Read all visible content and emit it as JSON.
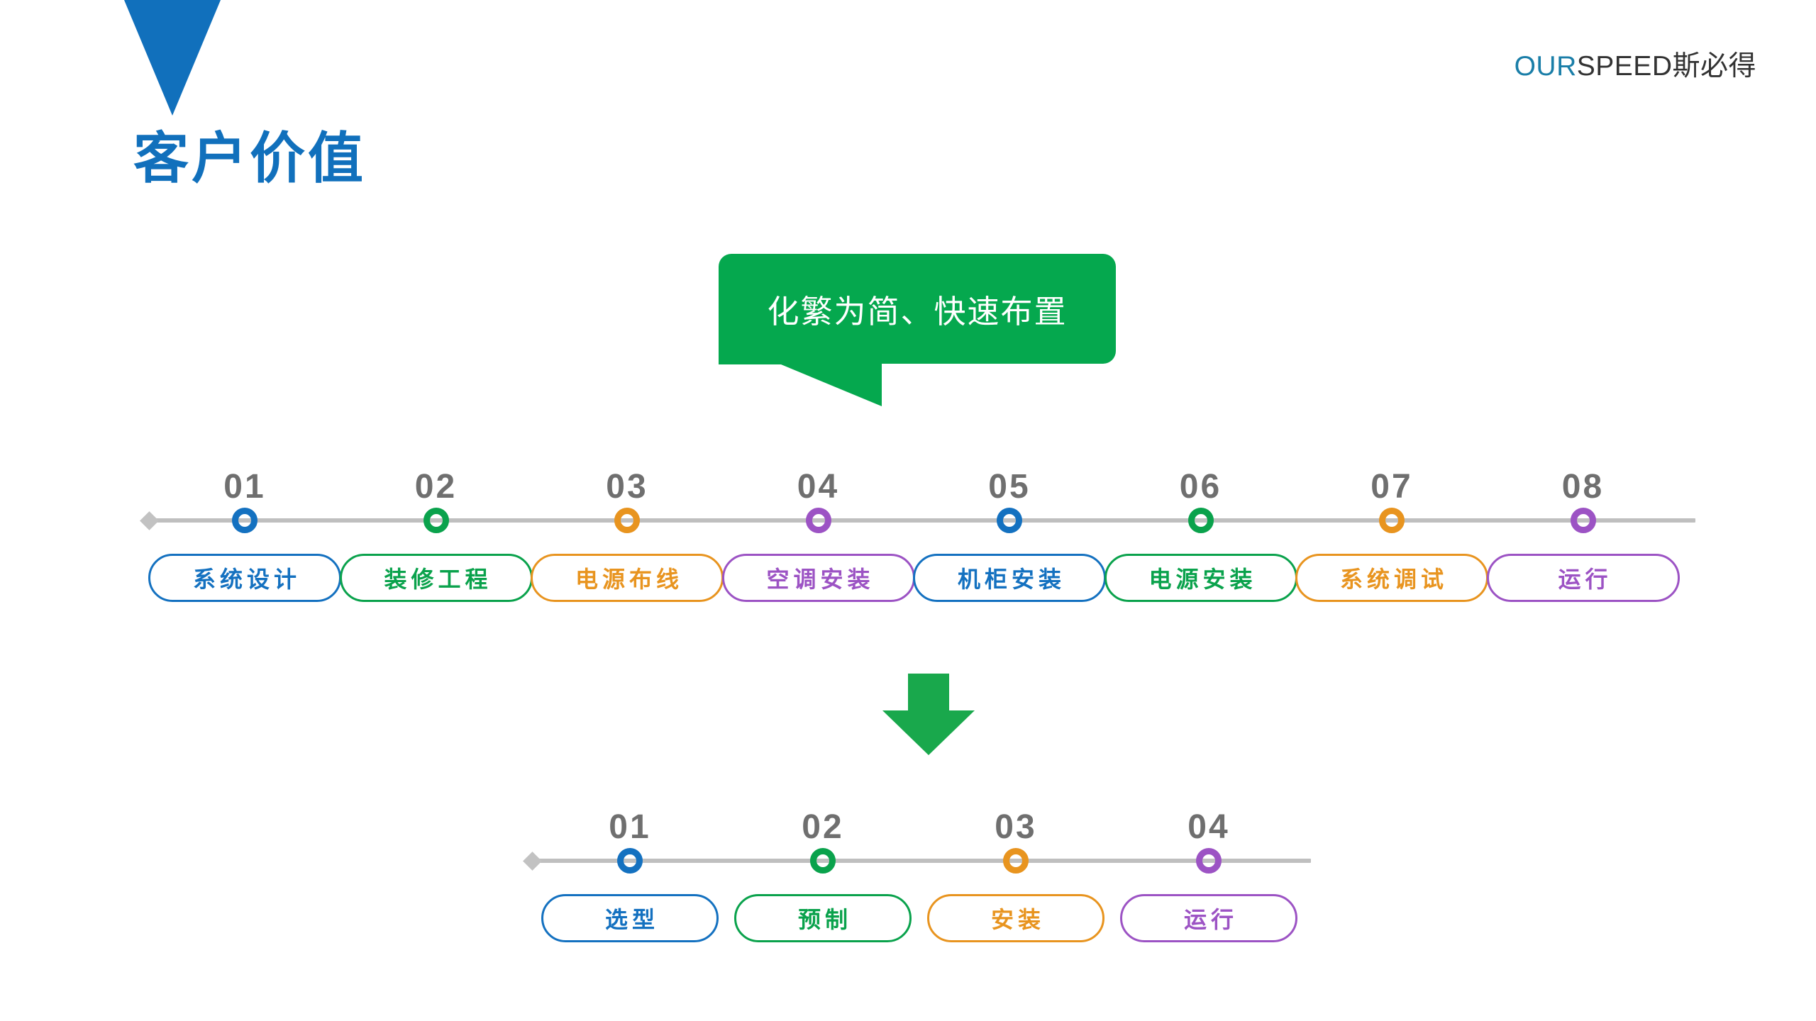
{
  "logo": {
    "prefix": "OUR",
    "brand": "SPEED",
    "cn": "斯必得"
  },
  "page_title": "客户价值",
  "callout": {
    "text": "化繁为简、快速布置",
    "bg_color": "#05a84e",
    "text_color": "#ffffff"
  },
  "arrow": {
    "name": "down-arrow",
    "color": "#19a84c"
  },
  "colors": {
    "blue": "#1471c0",
    "green": "#0aa24c",
    "orange": "#e8941f",
    "purple": "#9c53c4",
    "gray_number": "#6f6f6f",
    "gray_line": "#bfbfbf",
    "title_blue": "#1170bc"
  },
  "timeline_top": {
    "name": "current-process-timeline",
    "steps": [
      {
        "number": "01",
        "label": "系统设计",
        "color": "#1471c0"
      },
      {
        "number": "02",
        "label": "装修工程",
        "color": "#0aa24c"
      },
      {
        "number": "03",
        "label": "电源布线",
        "color": "#e8941f"
      },
      {
        "number": "04",
        "label": "空调安装",
        "color": "#9c53c4"
      },
      {
        "number": "05",
        "label": "机柜安装",
        "color": "#1471c0"
      },
      {
        "number": "06",
        "label": "电源安装",
        "color": "#0aa24c"
      },
      {
        "number": "07",
        "label": "系统调试",
        "color": "#e8941f"
      },
      {
        "number": "08",
        "label": "运行",
        "color": "#9c53c4"
      }
    ]
  },
  "timeline_bottom": {
    "name": "simplified-process-timeline",
    "steps": [
      {
        "number": "01",
        "label": "选型",
        "color": "#1471c0"
      },
      {
        "number": "02",
        "label": "预制",
        "color": "#0aa24c"
      },
      {
        "number": "03",
        "label": "安装",
        "color": "#e8941f"
      },
      {
        "number": "04",
        "label": "运行",
        "color": "#9c53c4"
      }
    ]
  }
}
